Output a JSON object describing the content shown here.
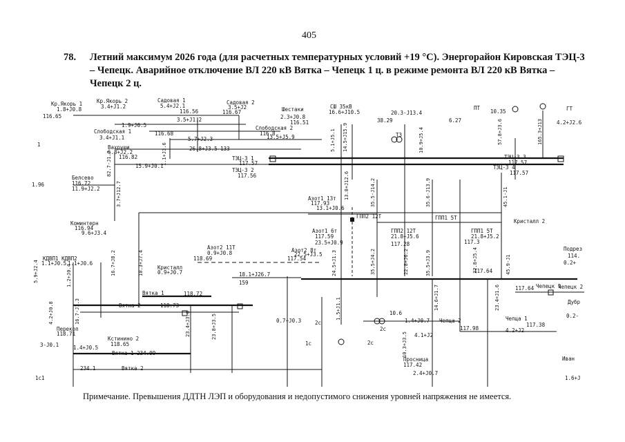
{
  "page_number": "405",
  "heading": {
    "number": "78.",
    "text": "Летний максимум 2026 года (для расчетных температурных условий +19 °С). Энергорайон Кировская ТЭЦ-3 – Чепецк. Аварийное отключение ВЛ 220 кВ Вятка – Чепецк 1 ц. в режиме ремонта ВЛ 220 кВ Вятка – Чепецк 2 ц."
  },
  "note": "Примечание. Превышения ДДТН ЛЭП и оборудования и недопустимого снижения уровней напряжения не имеется.",
  "diagram": {
    "nodes": [
      {
        "name": "Кр.Якорь 1",
        "load": "1.8+J0.8",
        "voltage": "116.65"
      },
      {
        "name": "Кр.Якорь 2",
        "load": "3.4+J1.2"
      },
      {
        "name": "Садовая 1",
        "load": "5.4+J2.1",
        "voltage": "116.56"
      },
      {
        "name": "Садовая 2",
        "load": "3.5+J2",
        "voltage": "116.67"
      },
      {
        "name": "Шестаки",
        "load": "2.3+J0.8",
        "voltage": "116.51"
      },
      {
        "name": "Слободская 1",
        "load": "3.4+J1.1",
        "voltage": "116.68"
      },
      {
        "name": "Слободская 2",
        "voltage": "116.8"
      },
      {
        "name": "Вахруши",
        "load": "6.8+J2.2",
        "voltage": "116.82"
      },
      {
        "name": "ТЭЦ-3 1",
        "voltage": "117.57"
      },
      {
        "name": "ТЭЦ-3 2",
        "voltage": "117.56"
      },
      {
        "name": "ТЭЦ-3 3",
        "voltage": "117.57"
      },
      {
        "name": "ТЭЦ-3 4",
        "voltage": "117.57"
      },
      {
        "name": "Белсево",
        "load": "11.9+J2.2",
        "voltage": "116.72"
      },
      {
        "name": "Коминтерн",
        "load": "9.6+J3.4",
        "voltage": "116.94"
      },
      {
        "name": "КДВП1",
        "load": "1.1+J0.5"
      },
      {
        "name": "КДВП2",
        "load": "1.1+J0.6"
      },
      {
        "name": "Азот1 13т",
        "load": "13.1+J0.6",
        "voltage": "117.93"
      },
      {
        "name": "Азот1 6т",
        "load": "23.5+J0.9",
        "voltage": "117.59"
      },
      {
        "name": "Азот2 11Т",
        "load": "0.9+J0.8",
        "voltage": "118.69"
      },
      {
        "name": "Азот2 8т",
        "load": "22.5+J3.5",
        "voltage": "117.54"
      },
      {
        "name": "ГПП2 12Т",
        "load": "21.8+J5.6",
        "voltage": "117.28"
      },
      {
        "name": "ГПП1 5Т",
        "load": "21.8+J5.2",
        "voltage": "117.3"
      },
      {
        "name": "Кристалл 2",
        "voltage": "117.64"
      },
      {
        "name": "Кристалл",
        "load": "0.9+J0.7"
      },
      {
        "name": "Вятка 1",
        "voltage": "118.72"
      },
      {
        "name": "Вятка 2",
        "voltage": "118.73"
      },
      {
        "name": "Перекоп",
        "load": "1.4+J0.5",
        "voltage": "118.71"
      },
      {
        "name": "Кстинино 2",
        "voltage": "118.65"
      },
      {
        "name": "Чепца 2",
        "load": "4.1+J2",
        "voltage": "117.98"
      },
      {
        "name": "Чепца 1",
        "load": "4.2+J2",
        "voltage": "117.38"
      },
      {
        "name": "Просница",
        "load": "2.4+J0.7",
        "voltage": "117.42"
      },
      {
        "name": "Чепецк 1",
        "voltage": "117.64"
      },
      {
        "name": "Чепецк 2"
      },
      {
        "name": "СШ 35кВ",
        "load": "16.6+J10.5"
      },
      {
        "name": "ПТ",
        "load": "10.35"
      },
      {
        "name": "ГТ",
        "load": "4.2+J2.6"
      }
    ]
  }
}
